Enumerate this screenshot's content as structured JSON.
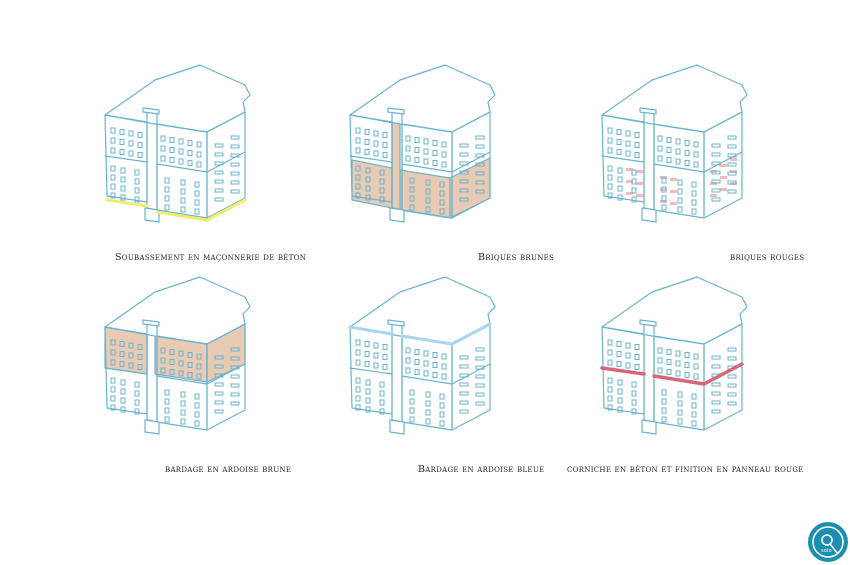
{
  "panels": [
    {
      "caption": "Soubassement en maçonnerie de béton",
      "highlight": "base",
      "color": "#f2ec6a"
    },
    {
      "caption": "Briques brunes",
      "highlight": "midwall",
      "color": "#e9cbb4"
    },
    {
      "caption": "briques rouges",
      "highlight": "redbrick",
      "color": "#f4b9bd"
    },
    {
      "caption": "bardage en ardoise brune",
      "highlight": "upper",
      "color": "#e9cbb4"
    },
    {
      "caption": "Bardage en ardoise bleue",
      "highlight": "topedge",
      "color": "#a9d5f2"
    },
    {
      "caption": "corniche en béton et finition en panneau rouge",
      "highlight": "cornice",
      "color": "#d8667a"
    }
  ],
  "line_color": "#6ab3cf"
}
